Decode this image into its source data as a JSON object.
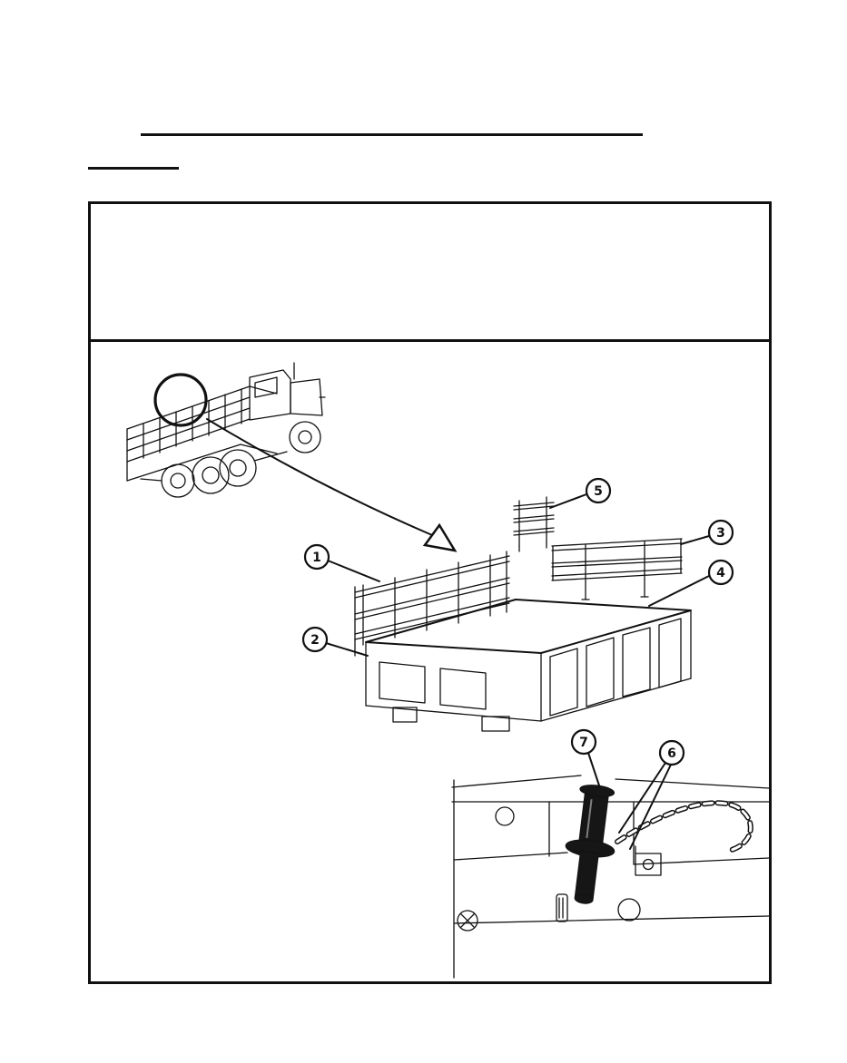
{
  "colors": {
    "paper": "#ffffff",
    "ink": "#111111"
  },
  "figure": {
    "callouts": [
      {
        "label": "1"
      },
      {
        "label": "2"
      },
      {
        "label": "3"
      },
      {
        "label": "4"
      },
      {
        "label": "5"
      },
      {
        "label": "6"
      },
      {
        "label": "7"
      }
    ]
  }
}
